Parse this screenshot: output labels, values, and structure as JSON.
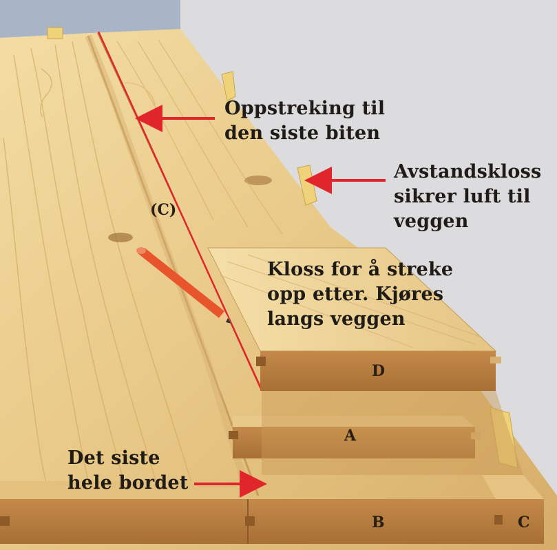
{
  "labels": {
    "marking": "Oppstreking til\nden siste biten",
    "spacer": "Avstandskloss\nsikrer luft til\nveggen",
    "block": "Kloss for å streke\nopp etter. Kjøres\nlangs veggen",
    "last_board": "Det siste\nhele bordet",
    "marking_line": "(C)",
    "piece_a": "A",
    "piece_b": "B",
    "piece_c": "C",
    "piece_d": "D"
  },
  "colors": {
    "wall": "#dcdcde",
    "wall_shadow": "#9aa6b6",
    "wood_light": "#f0d597",
    "wood_mid": "#e2bb73",
    "wood_dark": "#c39350",
    "wood_end": "#b07a3f",
    "spacer": "#efd27a",
    "arrow": "#e0262a",
    "pencil": "#e8552d",
    "marking_line": "#e0262a"
  },
  "icons": {
    "pencil": "pencil-icon",
    "arrow": "arrow-left-icon"
  }
}
